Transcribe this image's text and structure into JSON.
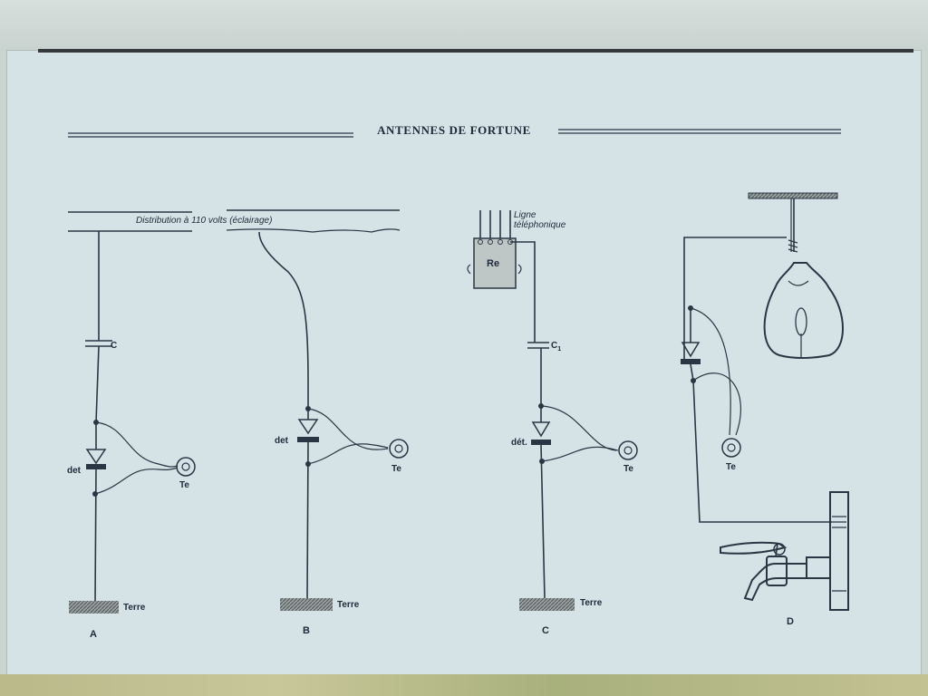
{
  "title": "ANTENNES DE FORTUNE",
  "circuit_a": {
    "line_label": "Distribution à 110 volts (éclairage)",
    "capacitor_label": "C",
    "detector_label": "det",
    "phone_label": "Te",
    "ground_label": "Terre",
    "figure_label": "A"
  },
  "circuit_b": {
    "detector_label": "det",
    "phone_label": "Te",
    "ground_label": "Terre",
    "figure_label": "B"
  },
  "circuit_c": {
    "line_label_1": "Ligne",
    "line_label_2": "téléphonique",
    "box_label": "Re",
    "capacitor_label": "C",
    "capacitor_sub": "1",
    "detector_label": "dét.",
    "phone_label": "Te",
    "ground_label": "Terre",
    "figure_label": "C"
  },
  "circuit_d": {
    "phone_label": "Te",
    "figure_label": "D"
  },
  "colors": {
    "ink": "#2b3645",
    "paper": "#d6e3e6",
    "ground_hatch": "#6e7478"
  }
}
